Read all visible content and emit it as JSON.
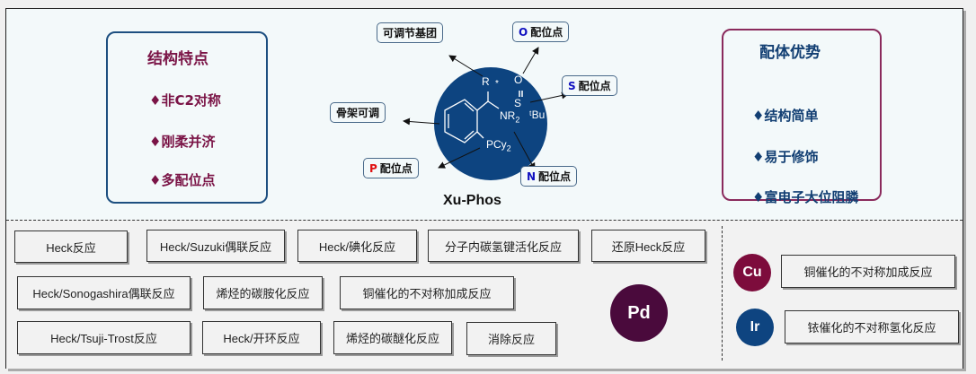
{
  "features": {
    "title": "结构特点",
    "items": [
      "♦非C2对称",
      "♦刚柔并济",
      "♦多配位点"
    ]
  },
  "advantages": {
    "title": "配体优势",
    "items": [
      "♦结构简单",
      "♦易于修饰",
      "♦富电子大位阻膦"
    ]
  },
  "molecule": {
    "name": "Xu-Phos",
    "atoms": {
      "R": "R",
      "star": "*",
      "O": "O",
      "S": "S",
      "NR2": "NR",
      "NR2_sub": "2",
      "tBu": "ᵗBu",
      "PCy": "PCy",
      "PCy_sub": "2"
    },
    "callouts": [
      {
        "letter": "",
        "text": "可调节基团"
      },
      {
        "letter": "O",
        "text": "配位点",
        "color": "#1010c0"
      },
      {
        "letter": "S",
        "text": "配位点",
        "color": "#1010c0"
      },
      {
        "letter": "",
        "text": "骨架可调"
      },
      {
        "letter": "P",
        "text": "配位点",
        "color": "#e01010"
      },
      {
        "letter": "N",
        "text": "配位点",
        "color": "#1010c0"
      }
    ],
    "circle_color": "#0d4480"
  },
  "pd_reactions": [
    "Heck反应",
    "Heck/Suzuki偶联反应",
    "Heck/碘化反应",
    "分子内碳氢键活化反应",
    "还原Heck反应",
    "Heck/Sonogashira偶联反应",
    "烯烃的碳胺化反应",
    "铜催化的不对称加成反应",
    "Heck/Tsuji-Trost反应",
    "Heck/开环反应",
    "烯烃的碳醚化反应",
    "消除反应"
  ],
  "metals": {
    "pd": {
      "label": "Pd",
      "color": "#4a0a3c"
    },
    "cu": {
      "label": "Cu",
      "color": "#7d0c3c",
      "reaction": "铜催化的不对称加成反应"
    },
    "ir": {
      "label": "Ir",
      "color": "#0e4480",
      "reaction": "铱催化的不对称氢化反应"
    }
  }
}
